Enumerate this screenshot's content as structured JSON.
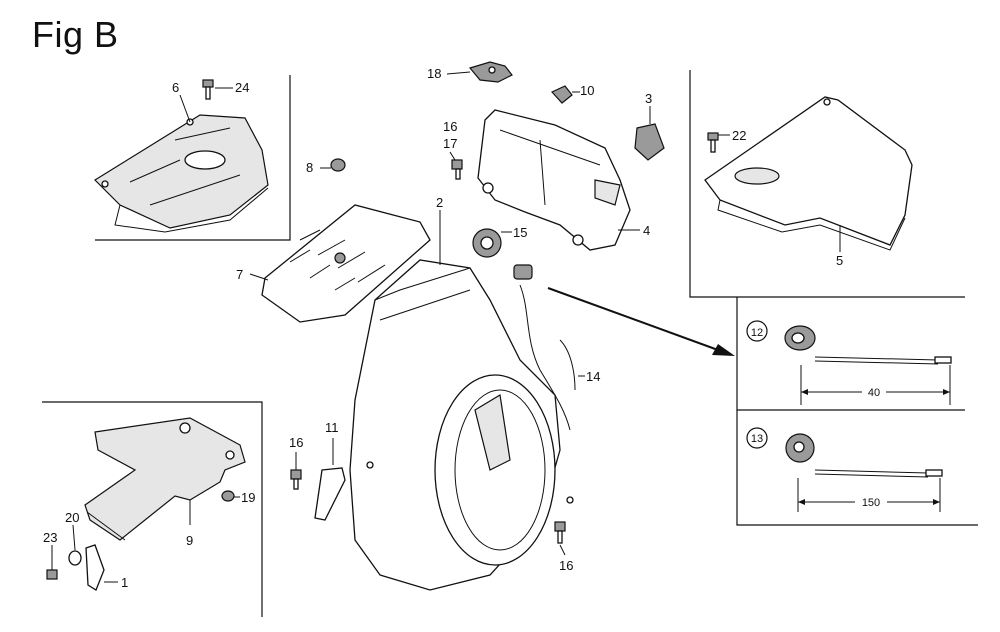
{
  "figure": {
    "title": "Fig B"
  },
  "callouts": {
    "c1": "1",
    "c2": "2",
    "c3": "3",
    "c4": "4",
    "c5": "5",
    "c6": "6",
    "c7": "7",
    "c8": "8",
    "c9": "9",
    "c10": "10",
    "c11": "11",
    "c14": "14",
    "c15": "15",
    "c16a": "16",
    "c16b": "16",
    "c16c": "16",
    "c17": "17",
    "c18": "18",
    "c19": "19",
    "c20": "20",
    "c22": "22",
    "c23": "23",
    "c24": "24"
  },
  "variants": {
    "v12": {
      "number": "12",
      "dimension": "40"
    },
    "v13": {
      "number": "13",
      "dimension": "150"
    }
  }
}
